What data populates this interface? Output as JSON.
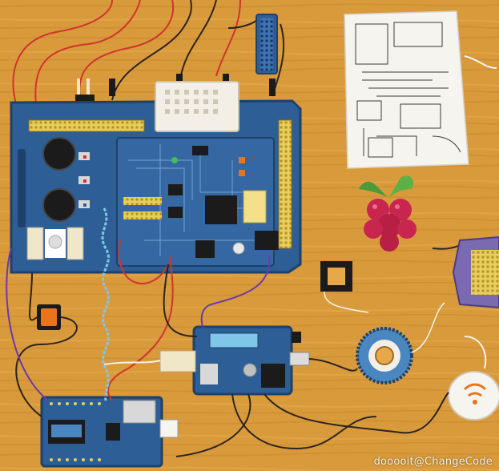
{
  "image": {
    "description_tags": [
      "electronics-workbench",
      "circuit-boards",
      "wires",
      "schematic-sheet",
      "raspberry-logo"
    ],
    "watermark": "dooooit@ChangeCode"
  },
  "colors": {
    "wood": "#d99a3c",
    "wood_dark": "#c3822a",
    "board_blue": "#2d5e95",
    "board_blue_dark": "#1e416c",
    "board_blue_light": "#4a86c0",
    "header_yellow": "#e7cf5a",
    "wire_red": "#d0342c",
    "wire_dark": "#2b2420",
    "wire_purple": "#6a3aa8",
    "coil_blue": "#7fc6e8",
    "paper": "#f6f4ef",
    "raspberry": "#c8264f",
    "leaf": "#4c9a3a",
    "orange_button": "#e8751d"
  }
}
